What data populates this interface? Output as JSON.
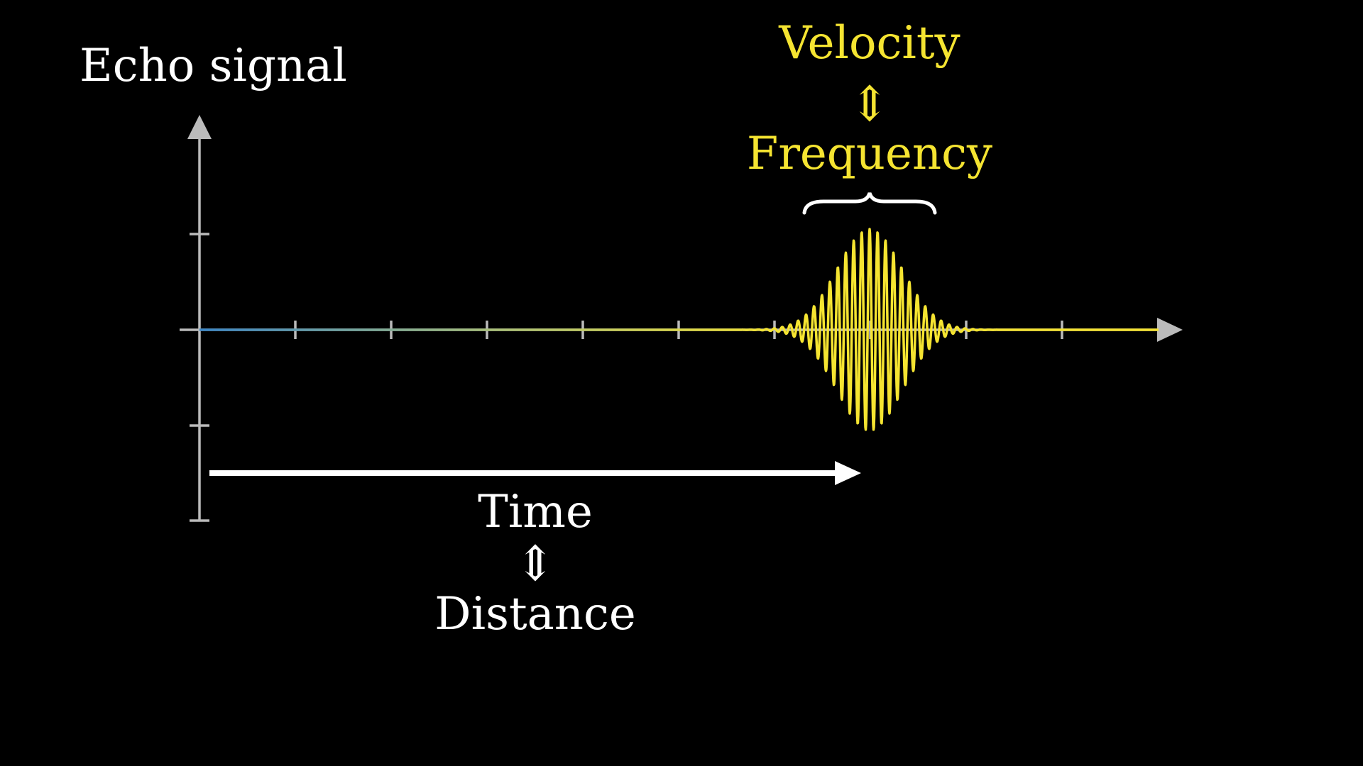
{
  "y_axis_label": "Echo signal",
  "time_label": "Time",
  "distance_label": "Distance",
  "velocity_label": "Velocity",
  "frequency_label": "Frequency",
  "equivalence_symbol": "⇕",
  "colors": {
    "background": "#000000",
    "axis": "#bbbbbb",
    "white": "#ffffff",
    "yellow": "#f5e431",
    "blue": "#3a87c8"
  },
  "icons": {
    "time_arrow": "arrow-right",
    "brace": "curly-brace"
  }
}
